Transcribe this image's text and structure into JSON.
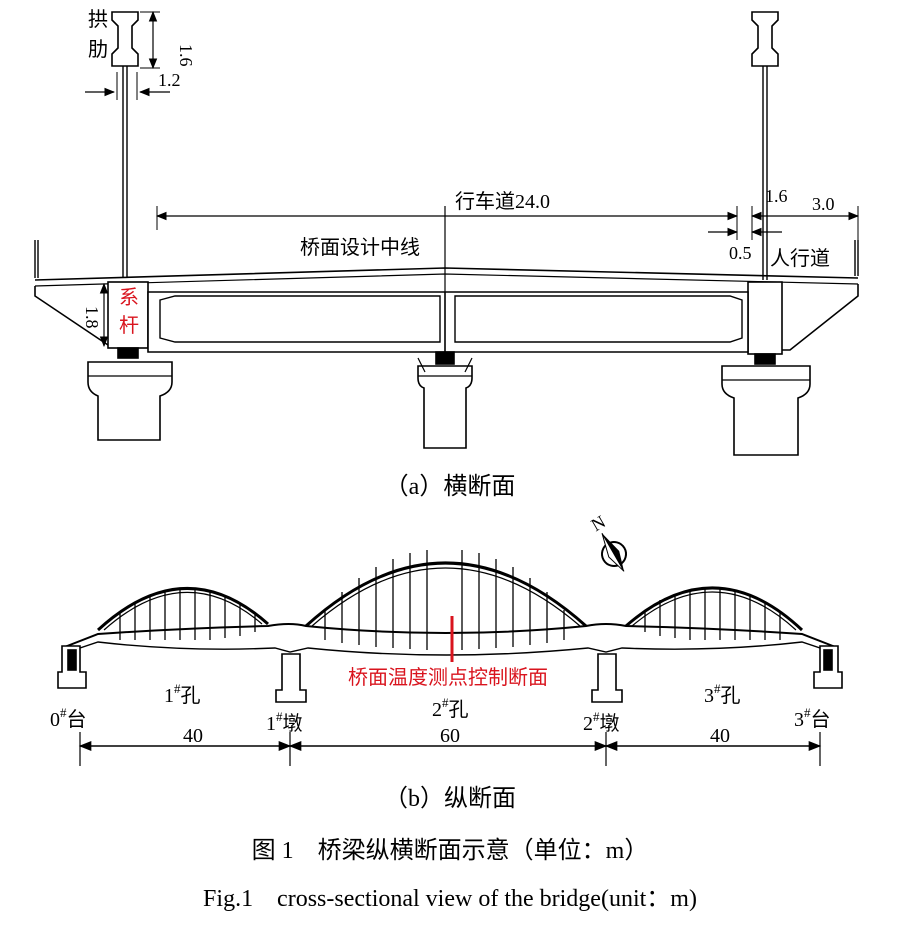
{
  "cross_section": {
    "arch_rib": "拱肋",
    "dim_rib_height": "1.6",
    "dim_rib_width": "1.2",
    "carriageway": "行车道24.0",
    "dim_1_6": "1.6",
    "dim_3_0": "3.0",
    "dim_0_5": "0.5",
    "centerline": "桥面设计中线",
    "sidewalk": "人行道",
    "dim_1_8": "1.8",
    "tie_beam_1": "系",
    "tie_beam_2": "杆",
    "caption": "（a）横断面"
  },
  "longitudinal": {
    "north": "N",
    "measure_label": "桥面温度测点控制断面",
    "abutment_0": "0",
    "abutment_0_suffix": "台",
    "span_1": "1",
    "span_1_suffix": "孔",
    "pier_1": "1",
    "pier_1_suffix": "墩",
    "span_2": "2",
    "span_2_suffix": "孔",
    "pier_2": "2",
    "pier_2_suffix": "墩",
    "span_3": "3",
    "span_3_suffix": "孔",
    "abutment_3": "3",
    "abutment_3_suffix": "台",
    "hash": "#",
    "len_1": "40",
    "len_2": "60",
    "len_3": "40",
    "caption": "（b）纵断面"
  },
  "figure_caption_cn": "图 1　桥梁纵横断面示意（单位：m）",
  "figure_caption_en": "Fig.1　cross-sectional view of the bridge(unit：m)",
  "colors": {
    "line": "#000000",
    "highlight": "#d9141e"
  }
}
